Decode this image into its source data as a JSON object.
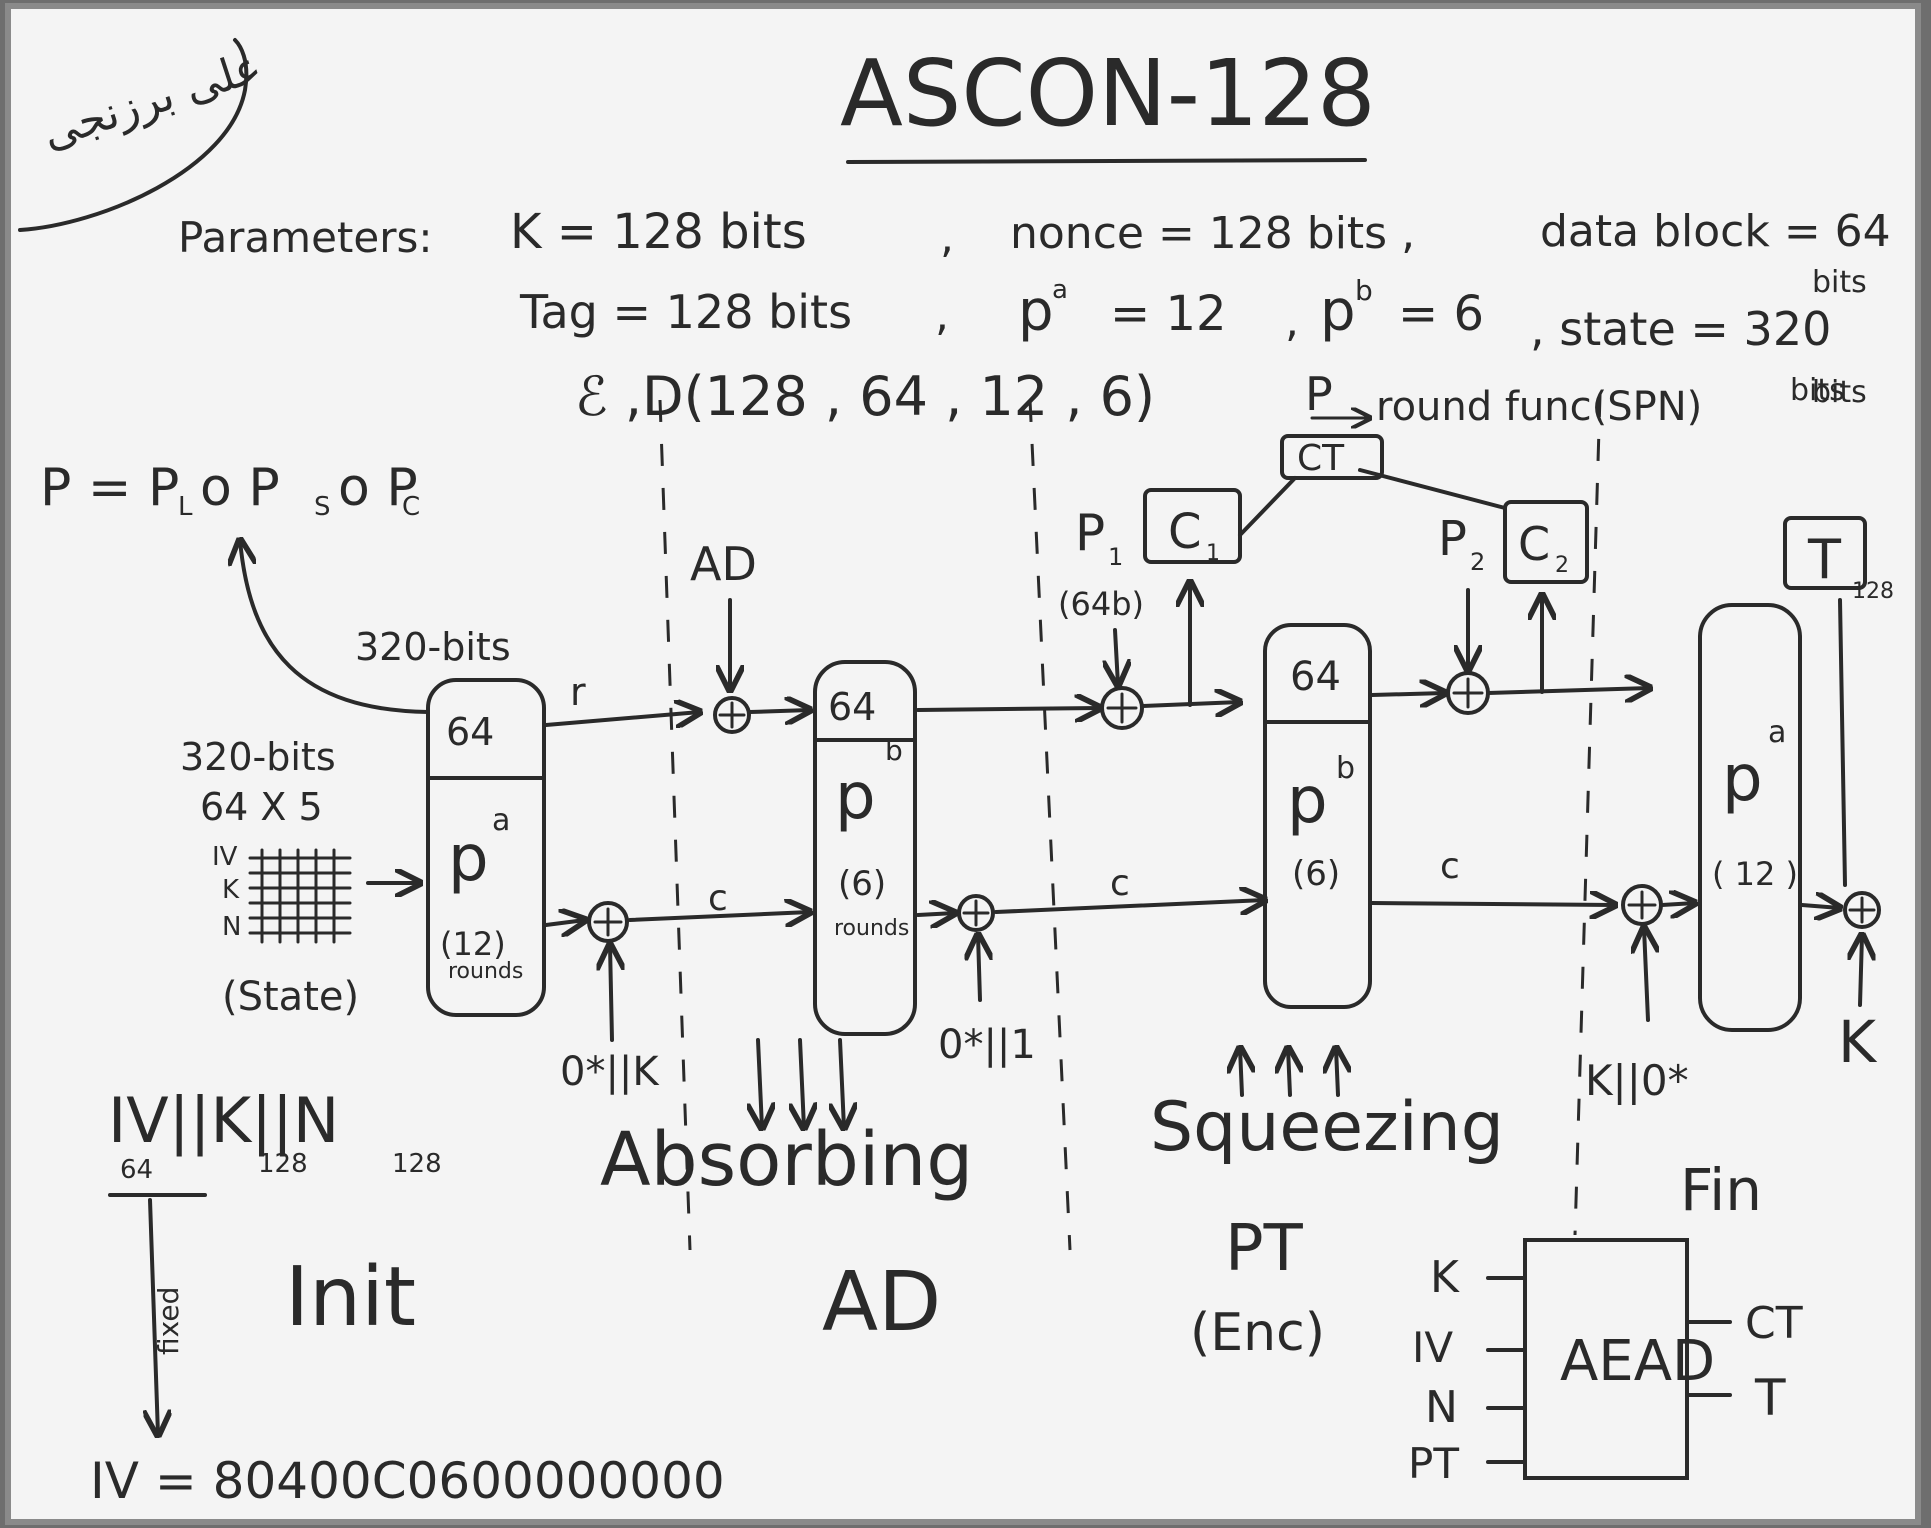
{
  "title": "ASCON-128",
  "signature": "علی برزنجی",
  "parameters": {
    "label": "Parameters:",
    "line1": [
      "K = 128 bits",
      ",",
      "nonce = 128 bits ,",
      "data block = 64"
    ],
    "line1_unit": "bits",
    "line2": [
      "Tag = 128 bits",
      ",",
      "p",
      "a",
      "= 12",
      ",",
      "p",
      "b",
      "= 6",
      ", state = 320"
    ],
    "line2_unit": "bits",
    "line3": [
      "ℰ ,D(128 , 64 , 12 , 6)",
      "P",
      "round func(SPN)"
    ],
    "line3_unit": "bits"
  },
  "composition": {
    "lhs": "P = P",
    "l": "L",
    "o1": " o P",
    "s": "S",
    "o2": " o P",
    "c": "C"
  },
  "state": {
    "bits_top": "320-bits",
    "bits_left": "320-bits",
    "dims": "64 X 5",
    "rows": [
      "IV",
      "K",
      "N"
    ],
    "label": "(State)"
  },
  "init_perm": {
    "top": "64",
    "p": "p",
    "exp": "a",
    "rounds": "(12)",
    "word": "rounds"
  },
  "ad_perm": {
    "top": "64",
    "p": "p",
    "exp": "b",
    "rounds": "(6)",
    "word": "rounds"
  },
  "ct_perm": {
    "top": "64",
    "p": "p",
    "exp": "b",
    "rounds": "(6)"
  },
  "fin_perm": {
    "p": "p",
    "exp": "a",
    "rounds": "( 12 )"
  },
  "flows": {
    "r": "r",
    "c1": "c",
    "c2": "c",
    "c3": "c"
  },
  "inputs": {
    "ad": "AD",
    "zero_k": "0*||K",
    "zero_one": "0*||1",
    "p1": "P",
    "p1_sub": "1",
    "p1_bits": "(64b)",
    "c1": "C",
    "c1_sub": "1",
    "ct": "CT",
    "p2": "P",
    "p2_sub": "2",
    "c2": "C",
    "c2_sub": "2",
    "tag": "T",
    "tag_bits": "128",
    "k_zero": "K||0*",
    "k": "K"
  },
  "phases": {
    "concat": "IV||K||N",
    "iv_bits": "64",
    "k_bits": "128",
    "n_bits": "128",
    "fixed": "fixed",
    "iv_value": "IV = 80400C0600000000",
    "absorbing": "Absorbing",
    "squeezing": "Squeezing",
    "init": "Init",
    "ad": "AD",
    "pt": "PT",
    "enc": "(Enc)",
    "fin": "Fin"
  },
  "aead": {
    "label": "AEAD",
    "inputs": [
      "K",
      "IV",
      "N",
      "PT"
    ],
    "outputs": [
      "CT",
      "T"
    ]
  }
}
